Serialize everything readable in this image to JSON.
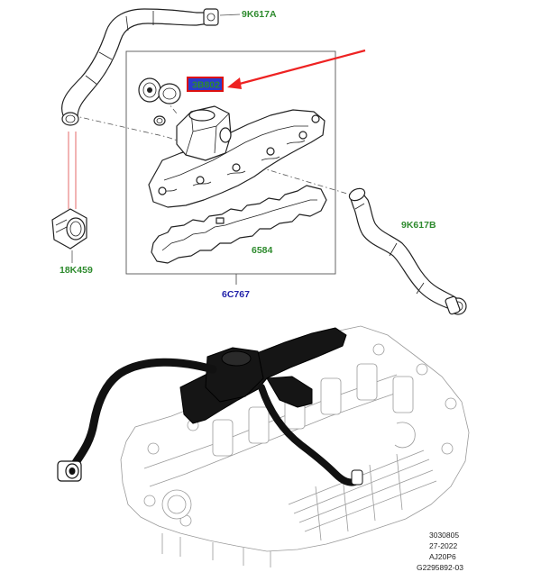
{
  "callouts": {
    "hose_top": "9K617A",
    "highlighted_part": "3B802",
    "hose_right": "9K617B",
    "clip": "18K459",
    "gasket": "6584",
    "assembly": "6C767"
  },
  "reference_codes": [
    "3030805",
    "27-2022",
    "AJ20P6",
    "G2295892-03"
  ],
  "colors": {
    "callout_green": "#2e8b2e",
    "assembly_blue": "#2222aa",
    "highlight_box": "#dd1111",
    "highlight_fill": "#2a3ccc",
    "arrow_red": "#ee2222"
  }
}
